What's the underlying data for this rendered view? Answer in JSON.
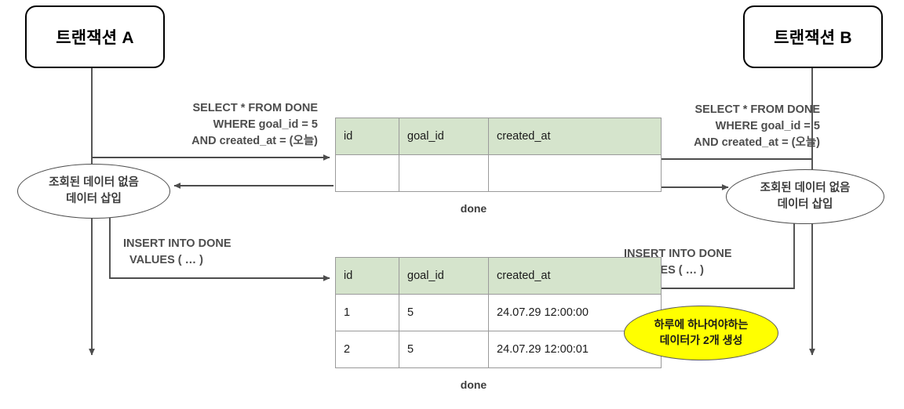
{
  "diagram": {
    "title_a": "트랜잭션 A",
    "title_b": "트랜잭션 B",
    "ellipse_a": {
      "line1": "조회된 데이터 없음",
      "line2": "데이터 삽입"
    },
    "ellipse_b": {
      "line1": "조회된 데이터 없음",
      "line2": "데이터 삽입"
    },
    "select_left": {
      "line1": "SELECT * FROM DONE",
      "line2": "WHERE goal_id = 5",
      "line3": "AND created_at = (오늘)"
    },
    "select_right": {
      "line1": "SELECT * FROM DONE",
      "line2": "WHERE goal_id = 5",
      "line3": "AND created_at = (오늘)"
    },
    "insert_left": {
      "line1": "INSERT INTO DONE",
      "line2": "VALUES ( … )"
    },
    "insert_right": {
      "line1": "INSERT INTO DONE",
      "line2": "VALUES ( … )"
    },
    "callout": {
      "line1": "하루에 하나여야하는",
      "line2": "데이터가 2개 생성"
    },
    "table_top": {
      "caption": "done",
      "headers": [
        "id",
        "goal_id",
        "created_at"
      ],
      "rows": [
        [
          "",
          "",
          ""
        ]
      ]
    },
    "table_bottom": {
      "caption": "done",
      "headers": [
        "id",
        "goal_id",
        "created_at"
      ],
      "rows": [
        [
          "1",
          "5",
          "24.07.29 12:00:00"
        ],
        [
          "2",
          "5",
          "24.07.29 12:00:01"
        ]
      ]
    },
    "colors": {
      "header_fill": "#d5e4cc",
      "callout_fill": "#ffff00",
      "line": "#4d4d4d",
      "text": "#4d4d4d"
    }
  }
}
